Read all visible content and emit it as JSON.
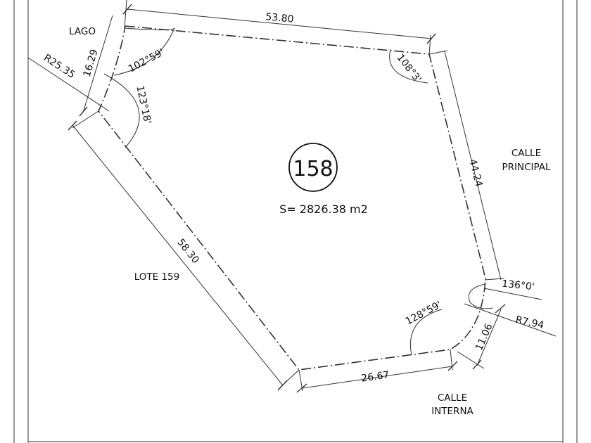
{
  "plan": {
    "lot_number": "158",
    "area_label": "S= 2826.38 m2",
    "dimensions": {
      "north": "53.80",
      "east": "44.24",
      "south": "26.67",
      "west": "58.30",
      "northwest": "16.29",
      "southeast": "11.06",
      "radius_nw": "R25.35",
      "radius_se": "R7.94"
    },
    "angles": {
      "nw_top": "102°59'",
      "ne": "108°3'",
      "nw_bottom": "123°18'",
      "se": "136°0'",
      "sw": "128°59'"
    },
    "neighbors": {
      "lago": "LAGO",
      "calle_principal_1": "CALLE",
      "calle_principal_2": "PRINCIPAL",
      "lote": "LOTE 159",
      "calle_interna_1": "CALLE",
      "calle_interna_2": "INTERNA"
    },
    "colors": {
      "line": "#333333",
      "frame": "#777777"
    }
  }
}
